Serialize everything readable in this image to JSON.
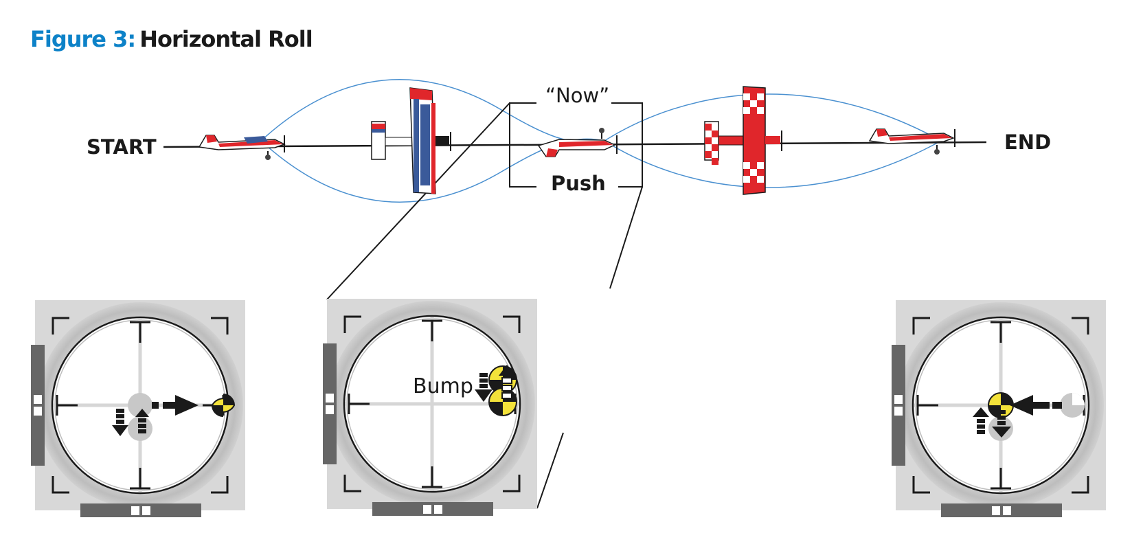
{
  "figure": {
    "prefix": "Figure 3:",
    "title": "Horizontal Roll"
  },
  "labels": {
    "start": "START",
    "end": "END",
    "now": "“Now”",
    "push": "Push",
    "bump": "Bump"
  },
  "colors": {
    "title_blue": "#0d82c8",
    "plane_red": "#e0262b",
    "plane_blue": "#3a5a9a",
    "path_blue": "#4a90d0",
    "highlight_yellow": "#f3e23a",
    "panel_gray": "#d8d8d8",
    "bar_gray": "#666666"
  },
  "airplanes": [
    {
      "attitude": "upright"
    },
    {
      "attitude": "knife-edge"
    },
    {
      "attitude": "inverted"
    },
    {
      "attitude": "knife-edge"
    },
    {
      "attitude": "upright"
    }
  ],
  "stick_panels": [
    {
      "id": "start",
      "arrows": [
        "right",
        "up",
        "down"
      ],
      "highlight": "yellow-right"
    },
    {
      "id": "now",
      "arrows": [
        "up",
        "down"
      ],
      "highlight": "yellow-right-edge"
    },
    {
      "id": "end",
      "arrows": [
        "left",
        "up",
        "down"
      ],
      "highlight": "yellow-center"
    }
  ]
}
